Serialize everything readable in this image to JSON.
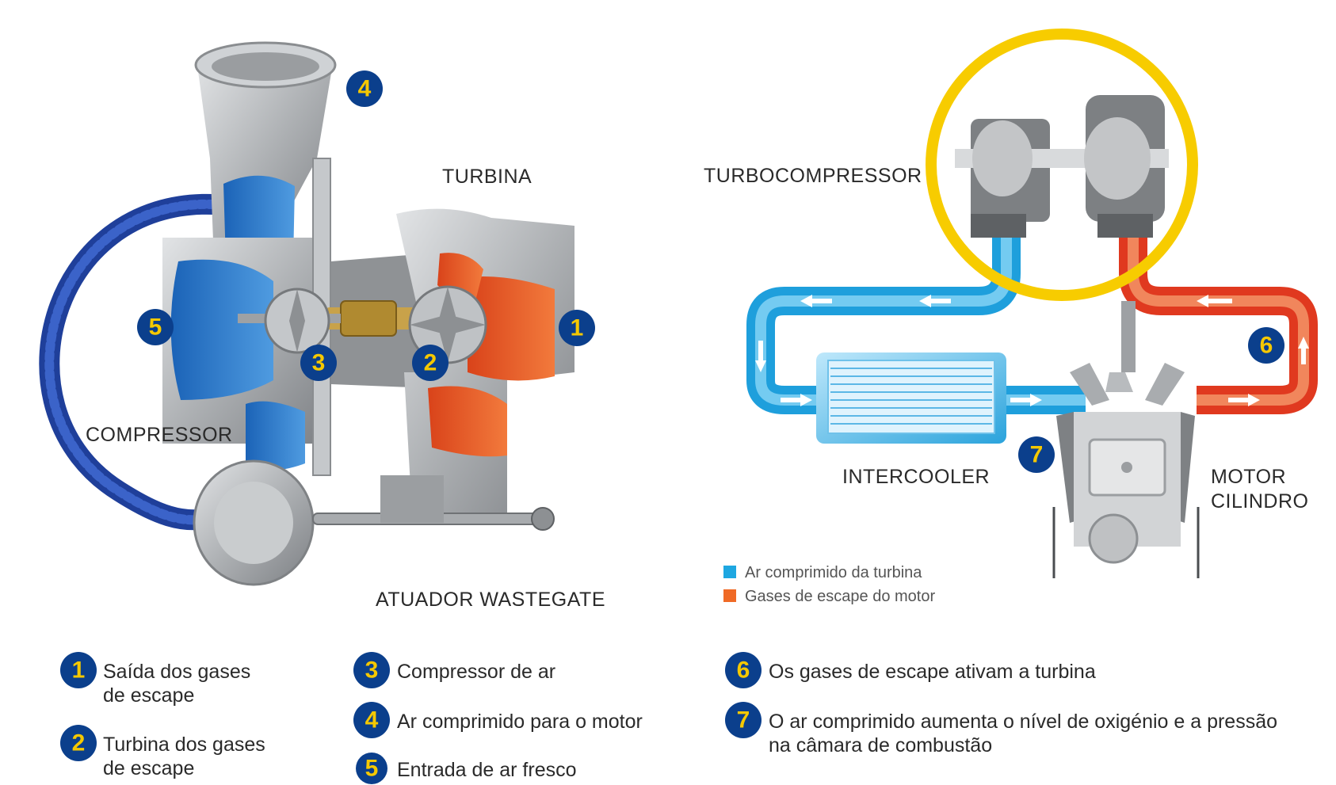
{
  "labels": {
    "turbina": "TURBINA",
    "compressor": "COMPRESSOR",
    "atuador": "ATUADOR WASTEGATE",
    "turbocompressor": "TURBOCOMPRESSOR",
    "intercooler": "INTERCOOLER",
    "motor_line1": "MOTOR",
    "motor_line2": "CILINDRO"
  },
  "legend": [
    {
      "color": "#1ea7e1",
      "text": "Ar comprimido da turbina"
    },
    {
      "color": "#f06a26",
      "text": "Gases de escape do motor"
    }
  ],
  "badges": {
    "n1": "1",
    "n2": "2",
    "n3": "3",
    "n4": "4",
    "n5": "5",
    "n6": "6",
    "n7": "7"
  },
  "items": [
    {
      "num": "1",
      "line1": "Saída dos gases",
      "line2": "de escape"
    },
    {
      "num": "2",
      "line1": "Turbina dos gases",
      "line2": "de escape"
    },
    {
      "num": "3",
      "line1": "Compressor de ar",
      "line2": ""
    },
    {
      "num": "4",
      "line1": "Ar comprimido para o motor",
      "line2": ""
    },
    {
      "num": "5",
      "line1": "Entrada de ar fresco",
      "line2": ""
    },
    {
      "num": "6",
      "line1": "Os gases de escape ativam a turbina",
      "line2": ""
    },
    {
      "num": "7",
      "line1": "O ar comprimido aumenta o nível de oxigénio e a pressão",
      "line2": "na câmara de combustão"
    }
  ],
  "colors": {
    "badge": "#0b3f8c",
    "badge_text": "#f5c800",
    "air": "#1ea7e1",
    "exhaust": "#e8452a",
    "highlight_ring": "#f7cc00",
    "metal": "#b9bcbf"
  }
}
